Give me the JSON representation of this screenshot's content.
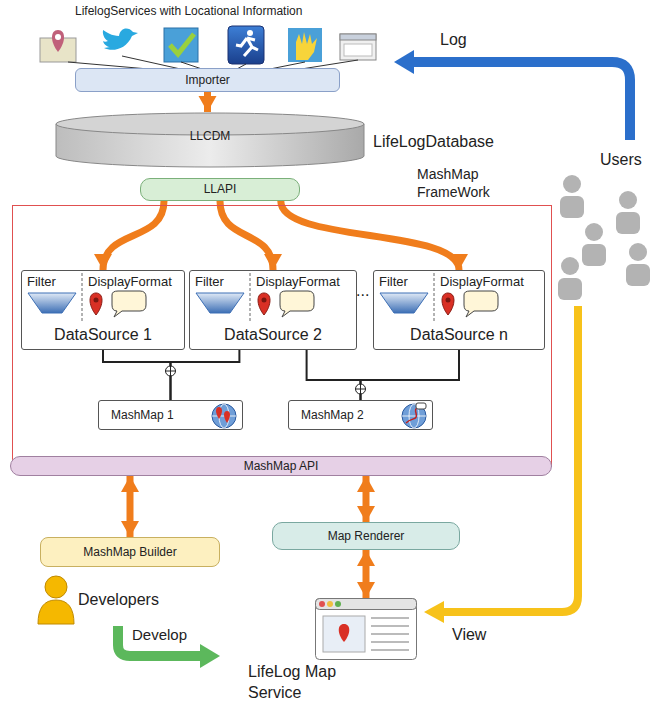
{
  "diagram": {
    "nodes": [
      {
        "text": [
          "Importer"
        ]
      },
      {
        "text": [
          "LLCDM",
          "LifeLogDatabase"
        ]
      },
      {
        "text": [
          "LLAPI"
        ]
      },
      {
        "text": [
          "MashMap FrameWork"
        ]
      },
      {
        "text": [
          "Filter",
          "DisplayFormat",
          "DataSource 1"
        ],
        "in": 3
      },
      {
        "text": [
          "Filter",
          "DisplayFormat",
          "DataSource 2"
        ],
        "in": 3
      },
      {
        "text": [
          "Filter",
          "DisplayFormat",
          "DataSource n"
        ],
        "in": 3
      },
      {
        "text": [
          "MashMap 1"
        ],
        "in": 3
      },
      {
        "text": [
          "MashMap 2"
        ],
        "in": 3
      },
      {
        "text": [
          "MashMap API"
        ]
      },
      {
        "text": [
          "MashMap Builder"
        ]
      },
      {
        "text": [
          "Map Renderer"
        ]
      },
      {
        "text": [
          "LifeLog Map Service"
        ]
      }
    ],
    "edges": [
      {
        "from": 0,
        "to": 1,
        "arrow": "to"
      },
      {
        "from": 2,
        "to": 4,
        "arrow": "to"
      },
      {
        "from": 2,
        "to": 5,
        "arrow": "to"
      },
      {
        "from": 2,
        "to": 6,
        "arrow": "to"
      },
      {
        "from": 4,
        "to": 7,
        "arrow": "none"
      },
      {
        "from": 5,
        "to": 7,
        "arrow": "none"
      },
      {
        "from": 5,
        "to": 8,
        "arrow": "none"
      },
      {
        "from": 6,
        "to": 8,
        "arrow": "none"
      },
      {
        "from": 9,
        "to": 10,
        "arrow": "both"
      },
      {
        "from": 9,
        "to": 11,
        "arrow": "both"
      },
      {
        "from": 11,
        "to": 12,
        "arrow": "both"
      }
    ],
    "labels": [
      "LifelogServices with Locational Information",
      "Log",
      "Users",
      "...",
      "Developers",
      "Develop",
      "View"
    ]
  }
}
